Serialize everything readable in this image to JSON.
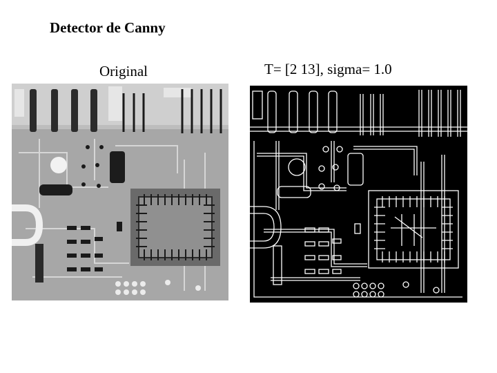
{
  "slide": {
    "title": "Detector de Canny",
    "left_caption": "Original",
    "right_caption": "T= [2   13], sigma= 1.0"
  },
  "colors": {
    "background": "#ffffff",
    "xray_board": "#a9a9a9",
    "canny_background": "#000000",
    "canny_edges": "#ffffff"
  }
}
